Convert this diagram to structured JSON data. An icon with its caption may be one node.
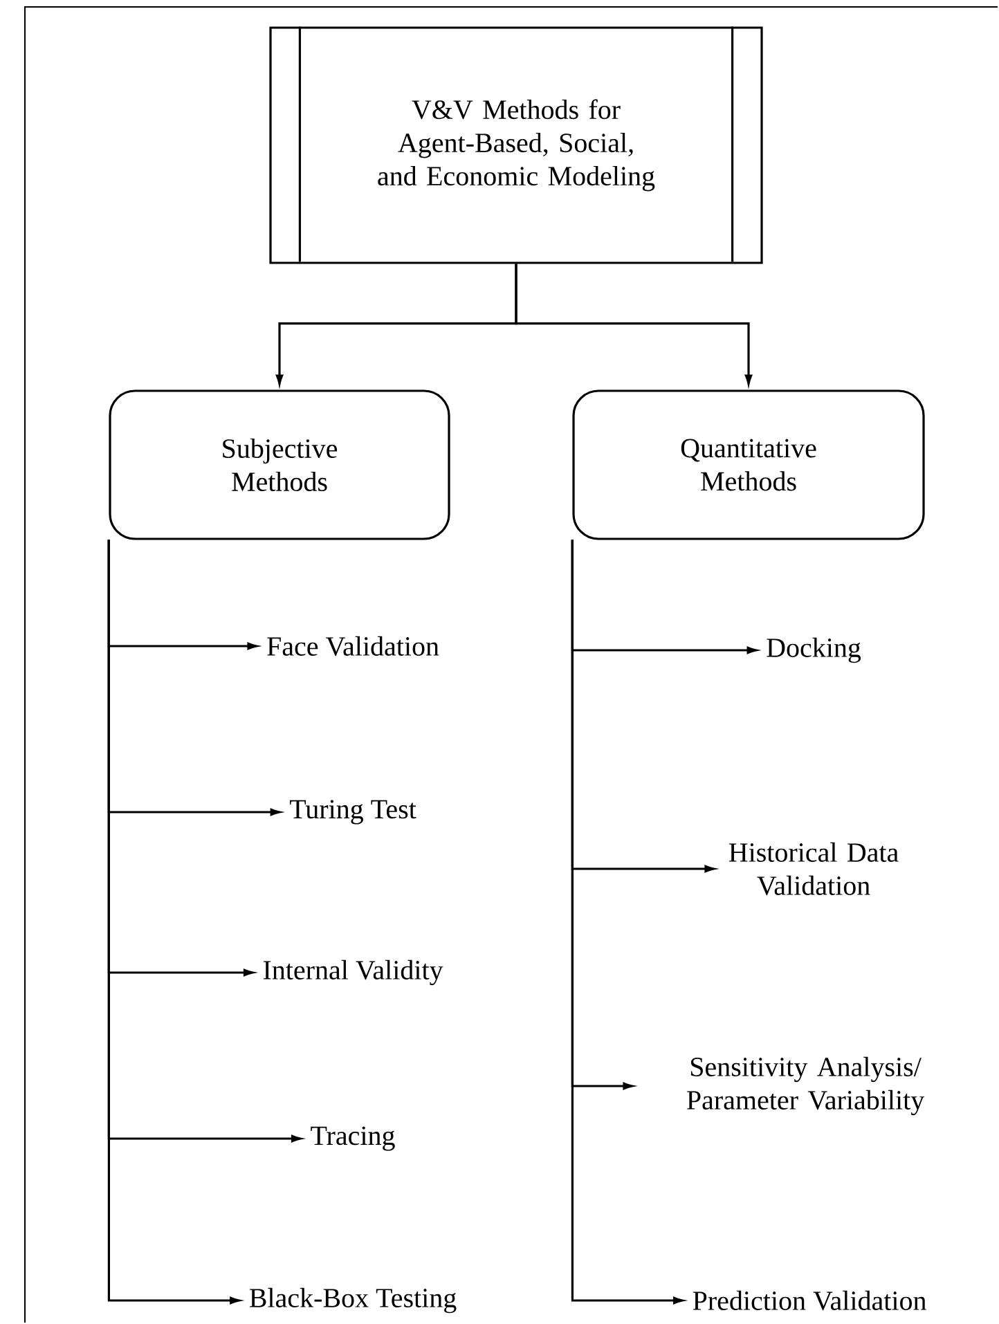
{
  "diagram": {
    "nodes": [
      {
        "text": [
          "V&V Methods for Agent-Based, Social, and Economic Modeling"
        ]
      },
      {
        "text": [
          "Subjective Methods"
        ]
      },
      {
        "text": [
          "Quantitative Methods"
        ]
      },
      {
        "text": [
          "Face Validation"
        ]
      },
      {
        "text": [
          "Turing Test"
        ]
      },
      {
        "text": [
          "Internal Validity"
        ]
      },
      {
        "text": [
          "Tracing"
        ]
      },
      {
        "text": [
          "Black-Box Testing"
        ]
      },
      {
        "text": [
          "Docking"
        ]
      },
      {
        "text": [
          "Historical Data Validation"
        ]
      },
      {
        "text": [
          "Sensitivity Analysis/ Parameter Variability"
        ]
      },
      {
        "text": [
          "Prediction Validation"
        ]
      }
    ],
    "edges": [
      {
        "from": 0,
        "to": 1,
        "arrow": "to"
      },
      {
        "from": 0,
        "to": 2,
        "arrow": "to"
      },
      {
        "from": 1,
        "to": 3,
        "arrow": "to"
      },
      {
        "from": 1,
        "to": 4,
        "arrow": "to"
      },
      {
        "from": 1,
        "to": 5,
        "arrow": "to"
      },
      {
        "from": 1,
        "to": 6,
        "arrow": "to"
      },
      {
        "from": 1,
        "to": 7,
        "arrow": "to"
      },
      {
        "from": 2,
        "to": 8,
        "arrow": "to"
      },
      {
        "from": 2,
        "to": 9,
        "arrow": "to"
      },
      {
        "from": 2,
        "to": 10,
        "arrow": "to"
      },
      {
        "from": 2,
        "to": 11,
        "arrow": "to"
      }
    ]
  }
}
